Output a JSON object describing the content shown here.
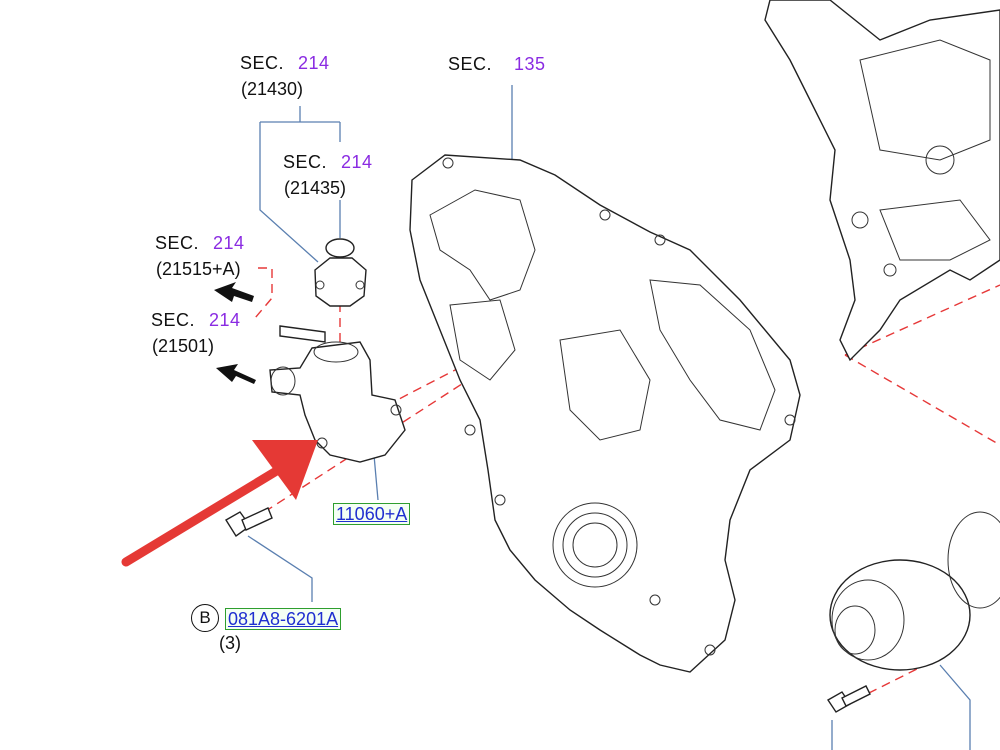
{
  "labels": {
    "sec_word": "SEC.",
    "sec214_21430_num": "214",
    "sec214_21430_code": "(21430)",
    "sec135_num": "135",
    "sec214_21435_num": "214",
    "sec214_21435_code": "(21435)",
    "sec214_21515_num": "214",
    "sec214_21515_code": "(21515+A)",
    "sec214_21501_num": "214",
    "sec214_21501_code": "(21501)",
    "ref_11060": "11060+A",
    "ref_bolt": "081A8-6201A",
    "bolt_letter": "B",
    "bolt_qty": "(3)"
  },
  "colors": {
    "section_number": "#8a2be2",
    "reference_link": "#1f2fd0",
    "reference_border": "#2e9e2e",
    "callout_arrow": "#e53935",
    "alignment_dash": "#e63838"
  }
}
